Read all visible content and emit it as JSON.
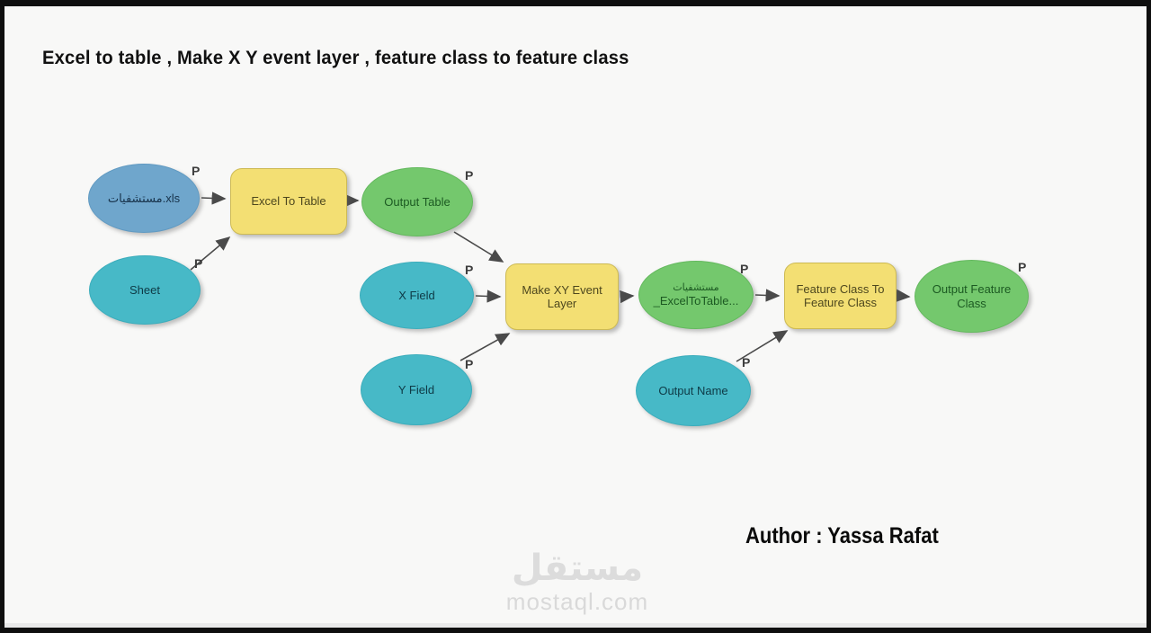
{
  "title": "Excel to table , Make X Y event layer , feature class to feature class",
  "author": "Author : Yassa Rafat",
  "watermark": {
    "logo_text": "مستقل",
    "site": "mostaql.com"
  },
  "param_label": "P",
  "colors": {
    "frame_black": "#0f0f0f",
    "background": "#f8f8f7",
    "input_blue": "#6FA6CC",
    "input_teal": "#47B9C7",
    "output_green": "#74C86D",
    "tool_yellow": "#F3DF73",
    "arrow": "#4a4a4a",
    "watermark_gray": "#dcdcdc"
  },
  "nodes": {
    "input_xls": {
      "label": "مستشفيات.xls",
      "kind": "input-data"
    },
    "sheet": {
      "label": "Sheet",
      "kind": "input-value"
    },
    "excel_to_table": {
      "label": "Excel To Table",
      "kind": "tool"
    },
    "output_table": {
      "label": "Output Table",
      "kind": "derived-output"
    },
    "x_field": {
      "label": "X Field",
      "kind": "input-value"
    },
    "y_field": {
      "label": "Y Field",
      "kind": "input-value"
    },
    "make_xy_event_layer": {
      "label": "Make XY Event Layer",
      "kind": "tool"
    },
    "xls_excel_to_table": {
      "label_line1": "مستشفيات",
      "label_line2": "_ExcelToTable...",
      "kind": "derived-output"
    },
    "output_name": {
      "label": "Output Name",
      "kind": "input-value"
    },
    "feature_class_to_feature_class": {
      "label": "Feature Class To Feature Class",
      "kind": "tool"
    },
    "output_feature_class": {
      "label": "Output Feature Class",
      "kind": "derived-output"
    }
  }
}
